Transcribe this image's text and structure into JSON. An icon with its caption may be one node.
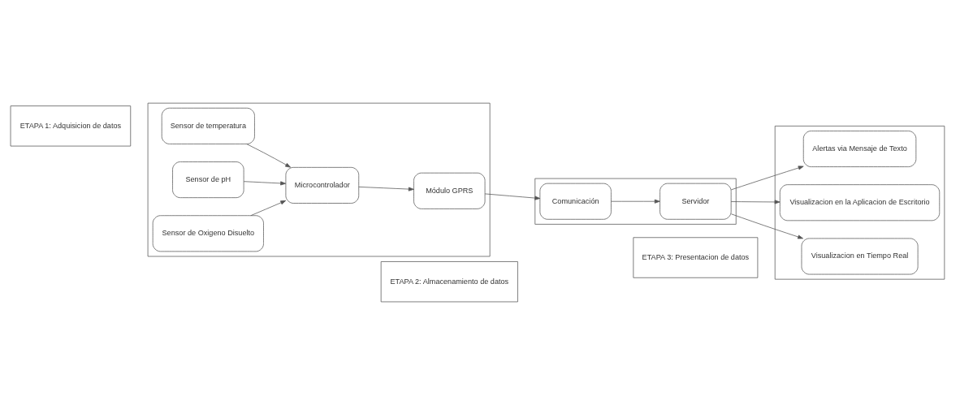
{
  "diagram": {
    "nodes": [
      {
        "text": [
          "ETAPA 1: Adquisicion de datos"
        ]
      },
      {
        "text": [
          "ETAPA 2: Almacenamiento de datos"
        ]
      },
      {
        "text": [
          "ETAPA 3: Presentacion de datos"
        ]
      },
      {
        "text": [],
        "shape": "box"
      },
      {
        "text": [
          "Sensor de temperatura"
        ],
        "in": 3
      },
      {
        "text": [
          "Módulo GPRS"
        ],
        "in": 3
      },
      {
        "text": [
          "Sensor de pH"
        ],
        "in": 3
      },
      {
        "text": [
          "Microcontrolador"
        ],
        "in": 3
      },
      {
        "text": [
          "Sensor de Oxigeno Disuelto"
        ],
        "in": 3
      },
      {
        "text": [],
        "shape": "box"
      },
      {
        "text": [
          "Comunicación"
        ],
        "in": 9
      },
      {
        "text": [
          "Servidor"
        ],
        "in": 9
      },
      {
        "text": [],
        "shape": "box"
      },
      {
        "text": [
          "Visualizacion en Tiempo Real"
        ],
        "in": 12
      },
      {
        "text": [
          "Visualizacion en la Aplicacion de Escritorio"
        ],
        "in": 12
      },
      {
        "text": [
          "Alertas via Mensaje de Texto"
        ],
        "in": 12
      }
    ],
    "edges": [
      {
        "from": 4,
        "to": 7,
        "arrow": "to"
      },
      {
        "from": 6,
        "to": 7,
        "arrow": "to"
      },
      {
        "from": 8,
        "to": 7,
        "arrow": "to"
      },
      {
        "from": 7,
        "to": 5,
        "arrow": "to"
      },
      {
        "from": 5,
        "to": 10,
        "arrow": "to"
      },
      {
        "from": 10,
        "to": 11,
        "arrow": "to"
      },
      {
        "from": 11,
        "to": 13,
        "arrow": "to"
      },
      {
        "from": 11,
        "to": 14,
        "arrow": "to"
      },
      {
        "from": 11,
        "to": 15,
        "arrow": "to"
      }
    ]
  }
}
